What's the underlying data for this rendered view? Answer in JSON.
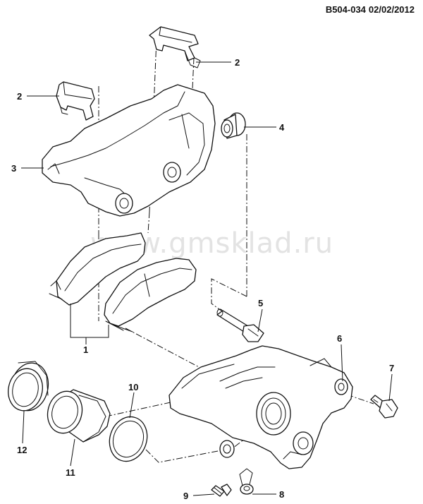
{
  "header": {
    "diagram_code": "B504-034",
    "date": "02/02/2012"
  },
  "watermark": "www.gmsklad.ru",
  "callouts": {
    "c1": "1",
    "c2a": "2",
    "c2b": "2",
    "c3": "3",
    "c4": "4",
    "c5": "5",
    "c6": "6",
    "c7": "7",
    "c8": "8",
    "c9": "9",
    "c10": "10",
    "c11": "11",
    "c12": "12"
  }
}
